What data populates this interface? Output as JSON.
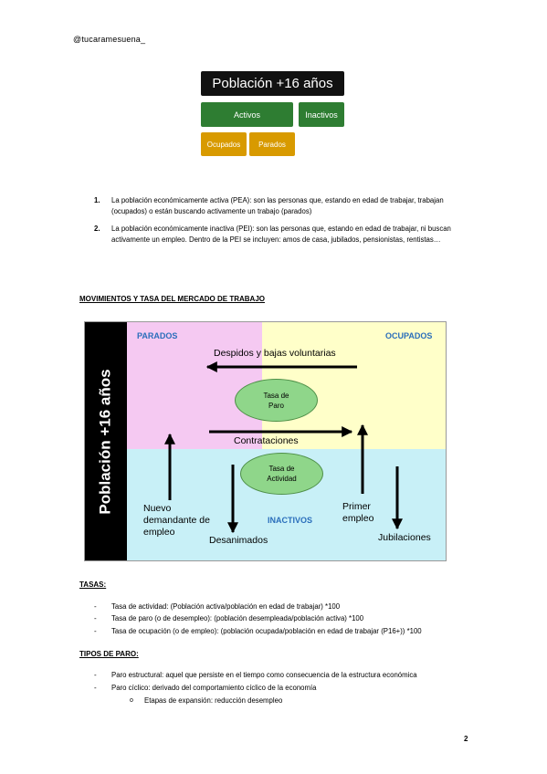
{
  "header": {
    "handle": "@tucaramesuena_"
  },
  "top_diagram": {
    "title": "Población +16 años",
    "activos": "Activos",
    "inactivos": "Inactivos",
    "ocupados": "Ocupados",
    "parados": "Parados"
  },
  "definitions": [
    {
      "num": "1.",
      "text": "La población económicamente activa (PEA): son las personas que, estando en edad de trabajar, trabajan (ocupados) o están buscando activamente un trabajo (parados)"
    },
    {
      "num": "2.",
      "text": "La población económicamente inactiva (PEI): son las personas que, estando en edad de trabajar, ni buscan activamente un empleo. Dentro de la PEI se incluyen: amos de casa, jubilados, pensionistas, rentistas…"
    }
  ],
  "section_movimientos": "MOVIMIENTOS Y TASA DEL MERCADO DE TRABAJO",
  "main_diagram": {
    "vertical_title": "Población +16 años",
    "parados": "PARADOS",
    "ocupados": "OCUPADOS",
    "inactivos": "INACTIVOS",
    "despidos": "Despidos y bajas voluntarias",
    "tasa_paro": "Tasa de Paro",
    "contrataciones": "Contrataciones",
    "tasa_actividad": "Tasa de Actividad",
    "nuevo_demandante": "Nuevo demandante de empleo",
    "desanimados": "Desanimados",
    "primer_empleo": "Primer empleo",
    "jubilaciones": "Jubilaciones",
    "colors": {
      "parados_bg": "#f5c9f2",
      "ocupados_bg": "#ffffc9",
      "inactivos_bg": "#c8f0f7",
      "ellipse": "#8fd68a"
    }
  },
  "section_tasas": "TASAS:",
  "tasas": [
    {
      "bullet": "-",
      "text": "Tasa de actividad: (Población activa/población en edad de trabajar) *100"
    },
    {
      "bullet": "-",
      "text": "Tasa de paro (o de desempleo): (población desempleada/población activa) *100"
    },
    {
      "bullet": "-",
      "text": "Tasa de ocupación (o de empleo): (población ocupada/población en edad de trabajar (P16+)) *100"
    }
  ],
  "section_tipos": "TIPOS DE PARO:",
  "tipos": [
    {
      "bullet": "-",
      "text": "Paro estructural: aquel que persiste en el tiempo como consecuencia de la estructura económica"
    },
    {
      "bullet": "-",
      "text": "Paro cíclico: derivado del comportamiento cíclico de la economía"
    }
  ],
  "sub_tipos": [
    {
      "bullet": "o",
      "text": "Etapas de expansión: reducción desempleo"
    }
  ],
  "page_number": "2"
}
